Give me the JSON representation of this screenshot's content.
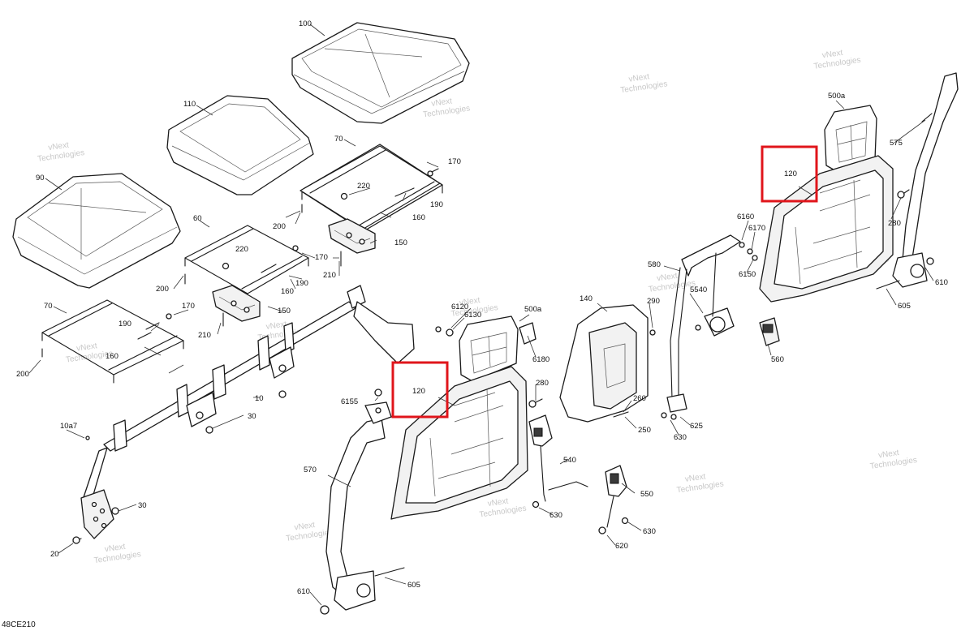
{
  "document_code": "48CE210",
  "watermark_lines": [
    "vNext",
    "Technologies"
  ],
  "highlight_color": "#e0151b",
  "callouts": {
    "c100": "100",
    "c110": "110",
    "c90": "90",
    "c70a": "70",
    "c70b": "70",
    "c60": "60",
    "c170a": "170",
    "c170b": "170",
    "c170c": "170",
    "c220a": "220",
    "c220b": "220",
    "c200a": "200",
    "c200b": "200",
    "c200c": "200",
    "c190a": "190",
    "c190b": "190",
    "c190c": "190",
    "c160a": "160",
    "c160b": "160",
    "c160c": "160",
    "c150a": "150",
    "c150b": "150",
    "c210a": "210",
    "c210b": "210",
    "c10": "10",
    "c10a7": "10a7",
    "c30a": "30",
    "c30b": "30",
    "c20": "20",
    "c6120": "6120",
    "c6130": "6130",
    "c500a_mid": "500a",
    "c6180": "6180",
    "c120_mid": "120",
    "c6155": "6155",
    "c280_mid": "280",
    "c140": "140",
    "c290": "290",
    "c260": "260",
    "c250": "250",
    "c540": "540",
    "c630a": "630",
    "c550": "550",
    "c630b": "630",
    "c620": "620",
    "c570": "570",
    "c605_mid": "605",
    "c610_mid": "610",
    "c580": "580",
    "c5540": "5540",
    "c625": "625",
    "c630c": "630",
    "c560": "560",
    "c6160": "6160",
    "c6170": "6170",
    "c6150": "6150",
    "c500a_right": "500a",
    "c120_right": "120",
    "c575": "575",
    "c280_right": "280",
    "c610_right": "610",
    "c605_right": "605"
  }
}
